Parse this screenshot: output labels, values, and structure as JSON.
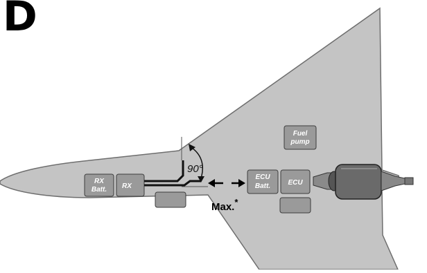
{
  "panel": {
    "letter": "D"
  },
  "components": {
    "rx_batt": [
      "RX",
      "Batt."
    ],
    "rx": "RX",
    "ecu_batt": [
      "ECU",
      "Batt."
    ],
    "ecu": "ECU",
    "fuel_pump": [
      "Fuel",
      "pump"
    ]
  },
  "annotations": {
    "angle": "90°",
    "max": "Max.",
    "max_marker": "*"
  },
  "colors": {
    "fuselage": "#c4c4c4",
    "outline": "#6e6e6e",
    "component_fill": "#9a9a9a",
    "component_text": "#ffffff",
    "engine": "#6a6a6a",
    "wire": "#111111"
  }
}
